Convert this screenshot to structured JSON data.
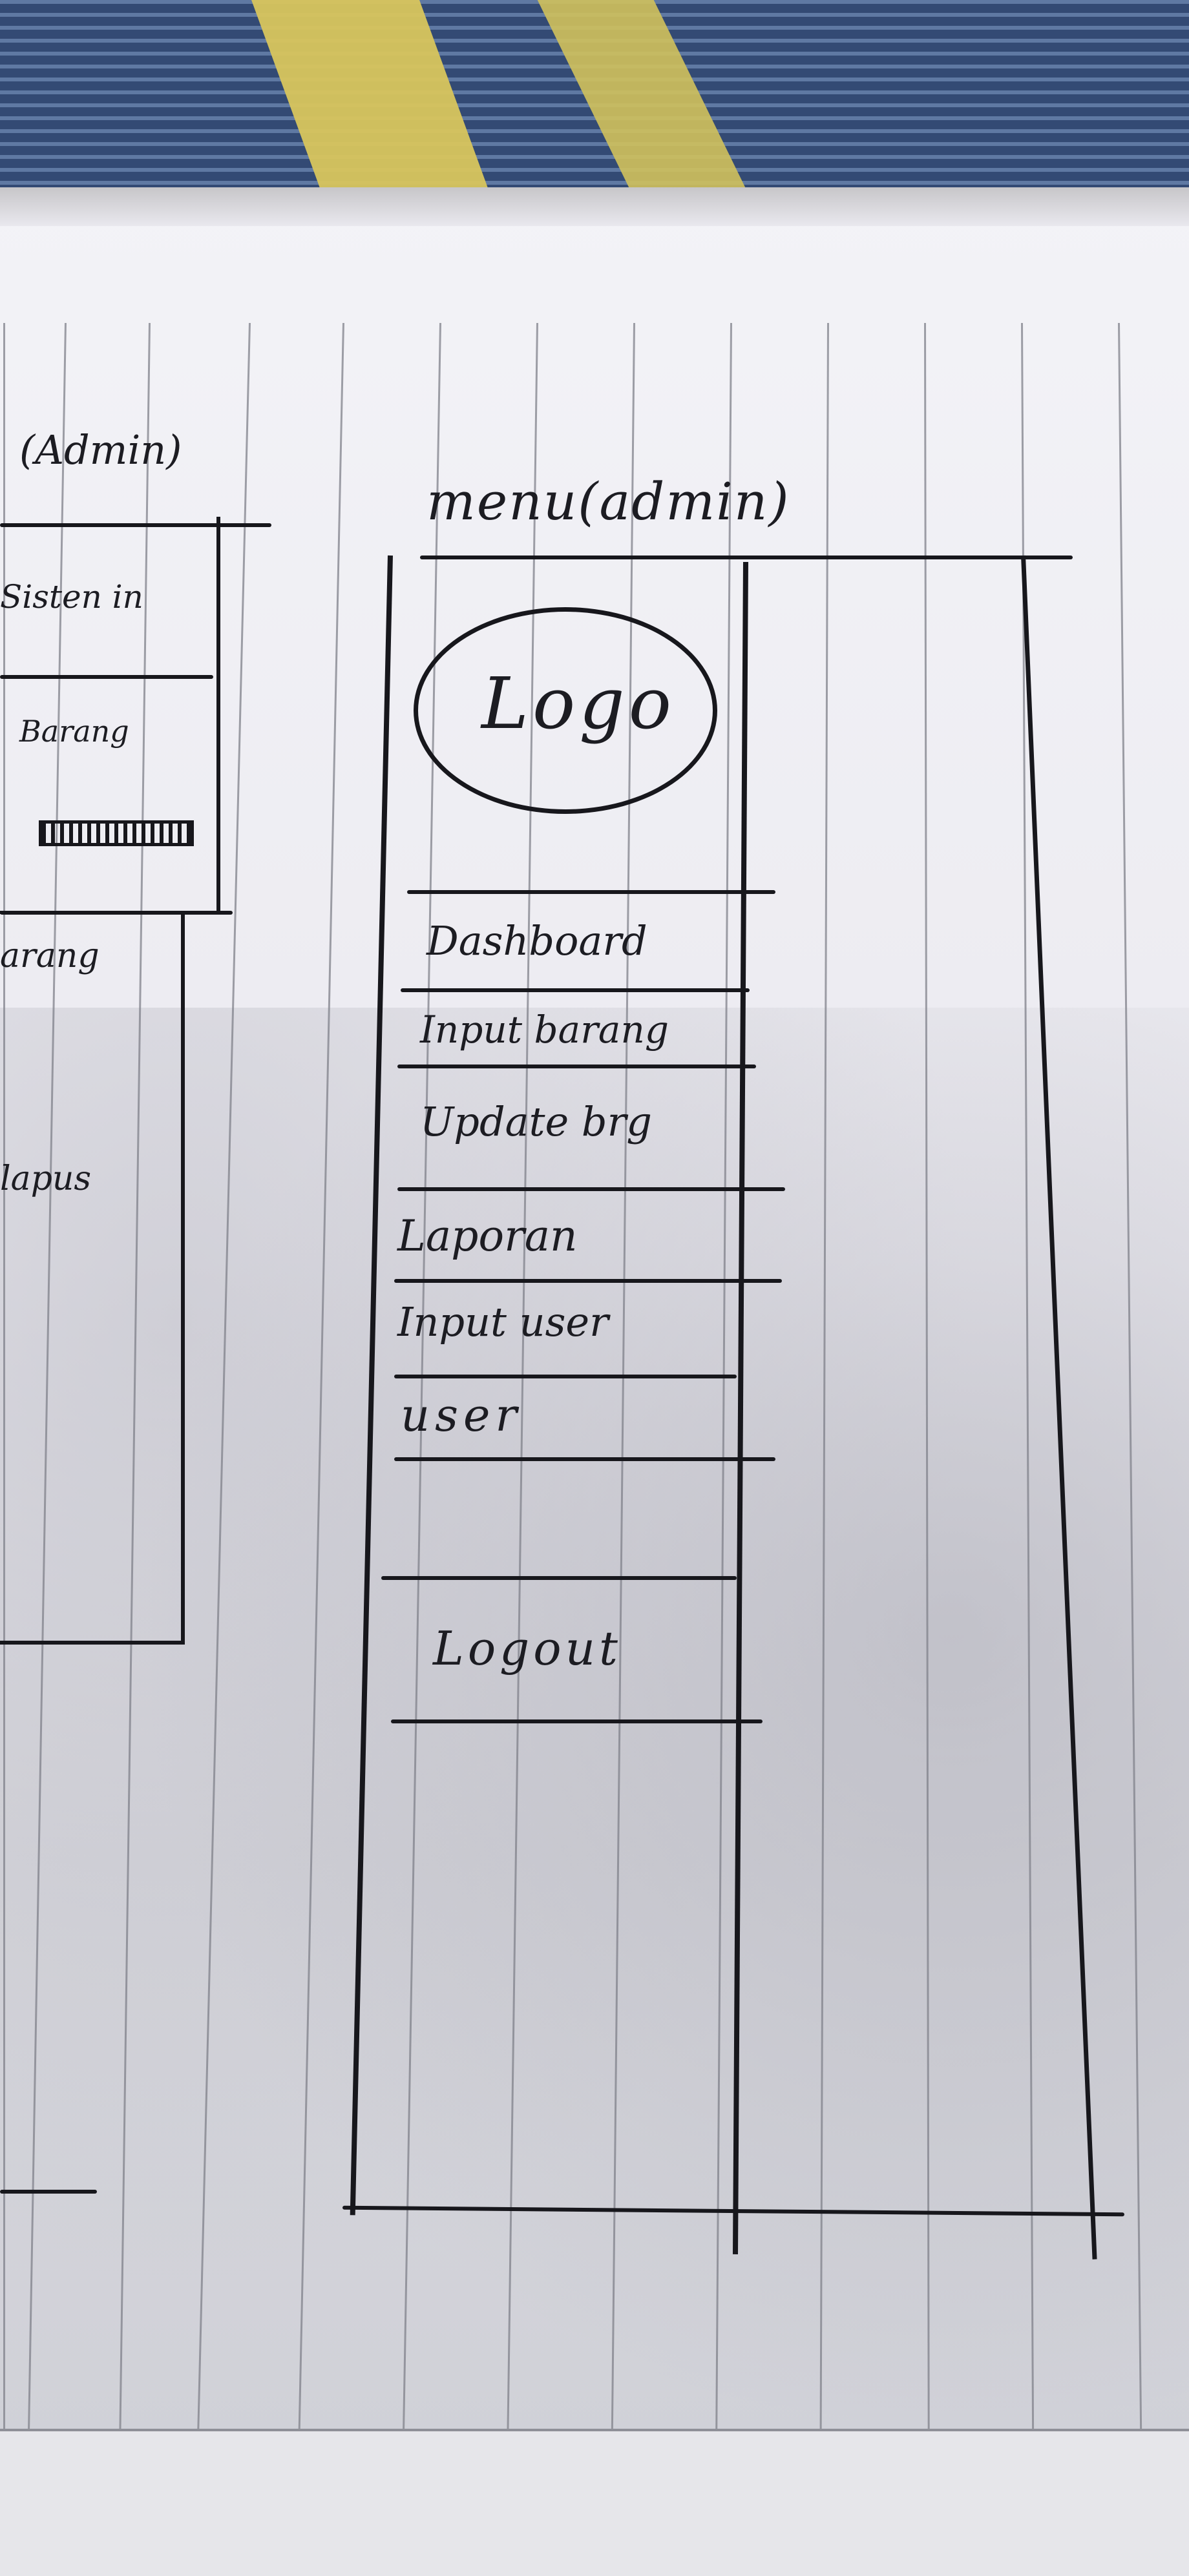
{
  "left_sketch": {
    "title": "(Admin)",
    "line1": "Sisten in",
    "line2": "Barang",
    "line3": "arang",
    "line4": "lapus"
  },
  "menu_sketch": {
    "title": "menu(admin)",
    "logo": "Logo",
    "items": [
      "Dashboard",
      "Input barang",
      "Update brg",
      "Laporan",
      "Input user",
      "user"
    ],
    "logout": "Logout"
  }
}
